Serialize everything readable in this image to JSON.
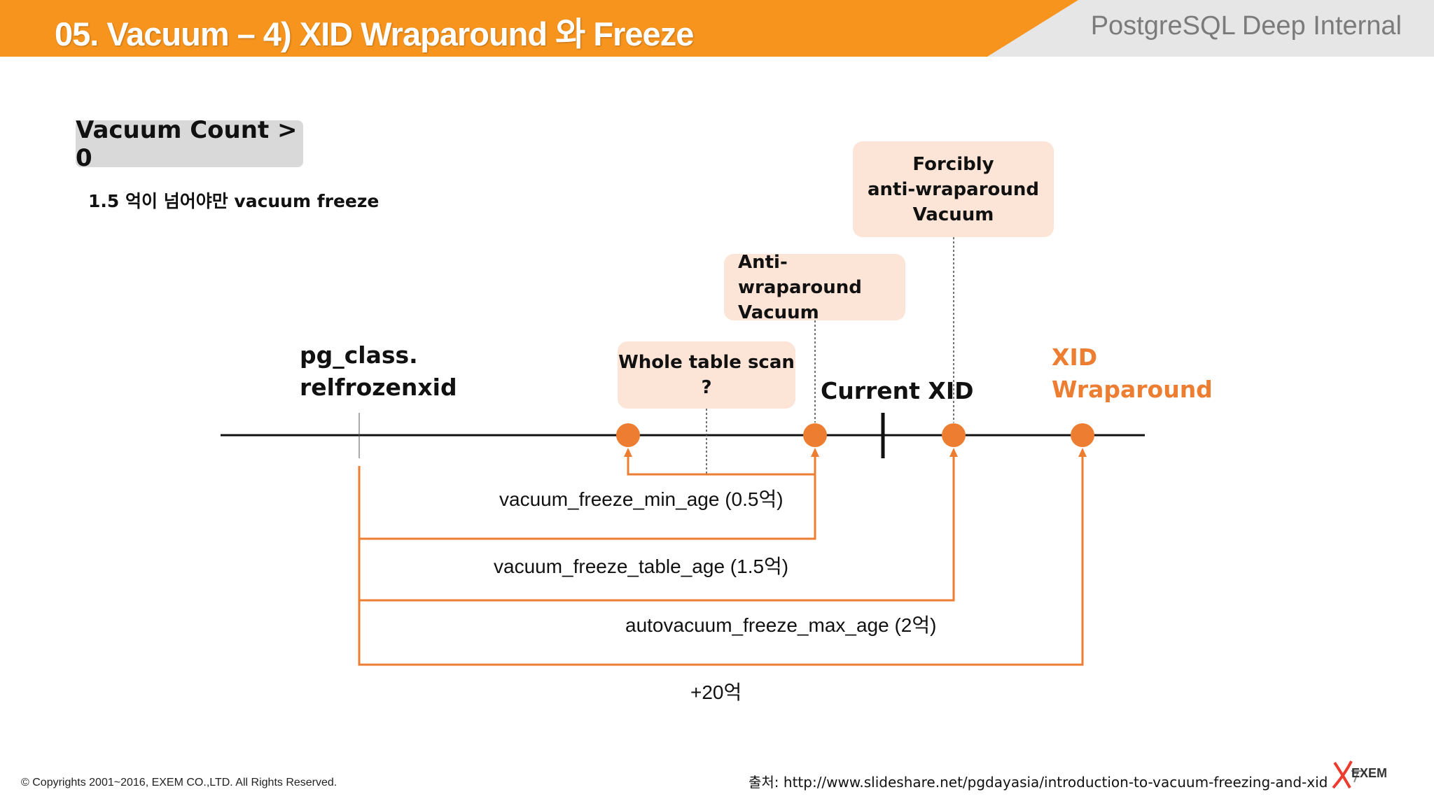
{
  "header": {
    "slide_title": "05. Vacuum – 4) XID Wraparound 와 Freeze",
    "deck_title": "PostgreSQL Deep Internal",
    "accent_color": "#f7941d",
    "deck_bg_color": "#e6e6e6"
  },
  "tag": "Vacuum Count > 0",
  "note": "1.5 억이 넘어야만 vacuum freeze",
  "diagram": {
    "relfrozenxid_label": [
      "pg_class.",
      "relfrozenxid"
    ],
    "current_xid_label": "Current XID",
    "xid_wraparound_label": [
      "XID",
      "Wraparound"
    ],
    "callouts": {
      "whole_table_scan": [
        "Whole table scan",
        "?"
      ],
      "anti_wraparound": [
        "Anti-wraparound",
        "Vacuum"
      ],
      "forcibly": [
        "Forcibly",
        "anti-wraparound",
        "Vacuum"
      ]
    },
    "params": {
      "min_age": "vacuum_freeze_min_age (0.5억)",
      "table_age": "vacuum_freeze_table_age (1.5억)",
      "max_age": "autovacuum_freeze_max_age (2억)",
      "wraparound": "+20억"
    },
    "colors": {
      "orange": "#ed7d31",
      "callout_bg": "#fce4d6",
      "tag_bg": "#d9d9d9"
    }
  },
  "footer": {
    "copyright": "© Copyrights 2001~2016, EXEM CO.,LTD. All Rights Reserved.",
    "source": "출처: http://www.slideshare.net/pgdayasia/introduction-to-vacuum-freezing-and-xid",
    "logo_text": "EXEM"
  }
}
